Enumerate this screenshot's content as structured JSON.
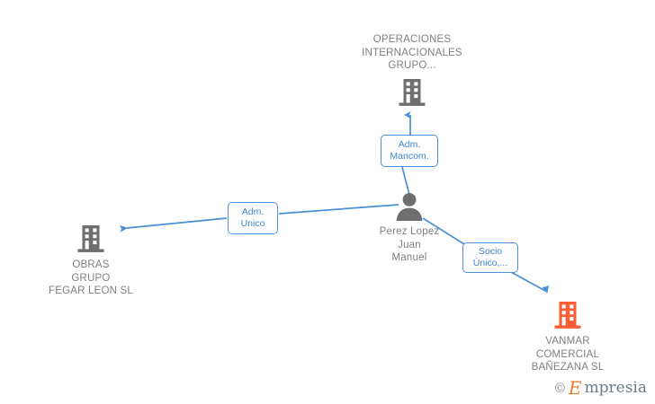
{
  "diagram": {
    "type": "relationship-graph",
    "background": "#ffffff",
    "colors": {
      "edge": "#4a90d9",
      "box_border": "#4a90d9",
      "box_text": "#3d86cc",
      "node_text": "#808080",
      "company_icon": "#6e6e6e",
      "person_icon": "#6e6e6e",
      "highlight_icon": "#fa5c33"
    },
    "nodes": [
      {
        "id": "operaciones",
        "kind": "company",
        "icon": "building-icon",
        "label": "OPERACIONES\nINTERNACIONALES\nGRUPO...",
        "highlighted": false
      },
      {
        "id": "persona",
        "kind": "person",
        "icon": "person-icon",
        "label": "Perez Lopez\nJuan\nManuel",
        "highlighted": false
      },
      {
        "id": "obras",
        "kind": "company",
        "icon": "building-icon",
        "label": "OBRAS\nGRUPO\nFEGAR LEON  SL",
        "highlighted": false
      },
      {
        "id": "vanmar",
        "kind": "company",
        "icon": "building-icon",
        "label": "VANMAR\nCOMERCIAL\nBAÑEZANA SL",
        "highlighted": true
      }
    ],
    "relations": [
      {
        "id": "rel-adm-mancom",
        "label": "Adm.\nMancom.",
        "from": "persona",
        "to": "operaciones"
      },
      {
        "id": "rel-adm-unico",
        "label": "Adm.\nUnico",
        "from": "persona",
        "to": "obras"
      },
      {
        "id": "rel-socio-unico",
        "label": "Socio\nÚnico,...",
        "from": "persona",
        "to": "vanmar"
      }
    ]
  },
  "watermark": {
    "copyright": "©",
    "brand_initial": "E",
    "brand_rest": "mpresia"
  }
}
